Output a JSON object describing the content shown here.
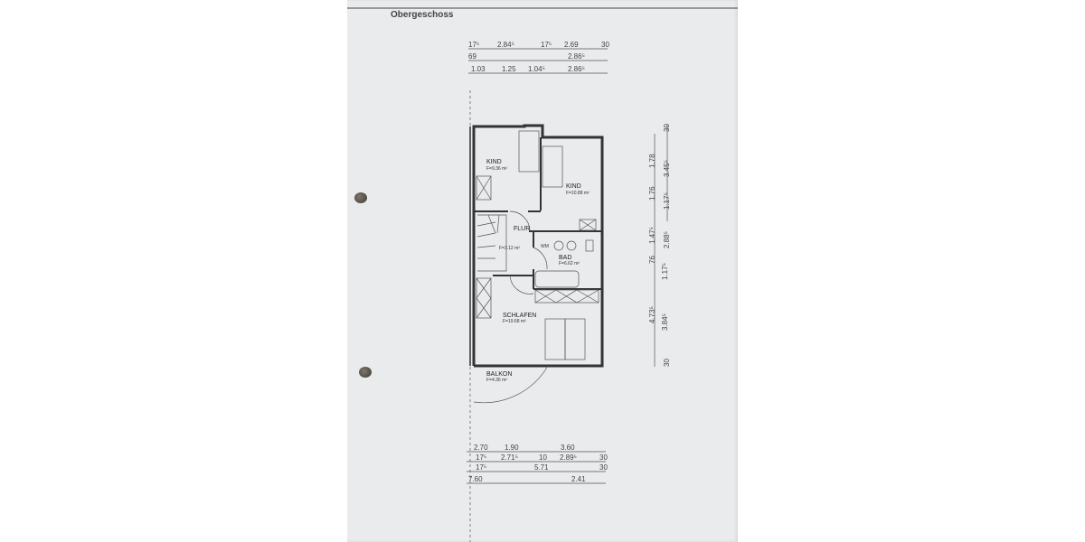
{
  "header": {
    "title": "Obergeschoss"
  },
  "rooms": [
    {
      "name": "KIND",
      "area": "F=9.36 m²"
    },
    {
      "name": "KIND",
      "area": "F=10.88 m²"
    },
    {
      "name": "FLUR",
      "area": "F=3.12 m²"
    },
    {
      "name": "BAD",
      "area": "F=6.62 m²"
    },
    {
      "name": "SCHLAFEN",
      "area": "F=19.68 m²"
    },
    {
      "name": "BALKON",
      "area": "F=4.36 m²"
    }
  ],
  "labels": {
    "wm": "WM"
  },
  "dims_top": {
    "row1": [
      "17⁵",
      "2.84⁵",
      "17⁵",
      "2.69",
      "30"
    ],
    "row2": [
      "69",
      "2.86⁵"
    ],
    "row3": [
      "1.03",
      "1.25",
      "1.04⁵",
      "2.86⁵"
    ]
  },
  "dims_bottom": {
    "row1": [
      "2.70",
      "1.90",
      "3.60"
    ],
    "row2": [
      "17⁵",
      "2.71⁵",
      "10",
      "2.89⁵",
      "30"
    ],
    "row3": [
      "17⁵",
      "5.71",
      "30"
    ],
    "row4": [
      "7.60",
      "2.41"
    ]
  },
  "dims_right": {
    "outer": [
      "30",
      "1.78",
      "1.76",
      "1.47⁵",
      "76",
      "4.73⁵",
      "30"
    ],
    "inner": [
      "3.45⁵",
      "1.17⁵",
      "2.88⁵",
      "1.17⁵",
      "3.84⁵"
    ]
  }
}
